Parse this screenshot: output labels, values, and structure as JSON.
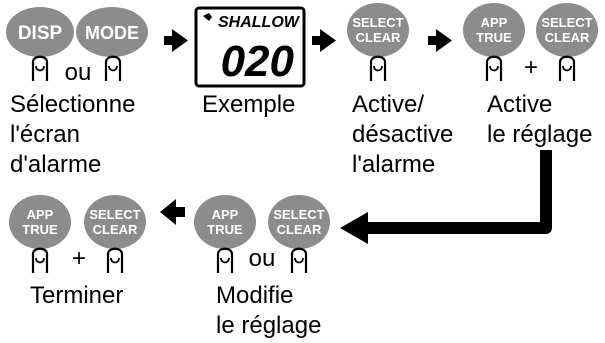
{
  "buttons": {
    "disp": "DISP",
    "mode": "MODE",
    "select_clear": [
      "SELECT",
      "CLEAR"
    ],
    "app_true": [
      "APP",
      "TRUE"
    ]
  },
  "connectors": {
    "or": "ou",
    "plus": "+"
  },
  "display": {
    "title": "SHALLOW",
    "value": "020",
    "icon": "bell-icon"
  },
  "captions": {
    "select_alarm": [
      "Sélectionne",
      "l'écran",
      "d'alarme"
    ],
    "example": "Exemple",
    "toggle_alarm": [
      "Active/",
      "désactive",
      "l'alarme"
    ],
    "activate_setting": [
      "Active",
      "le réglage"
    ],
    "finish": "Terminer",
    "modify_setting": [
      "Modifie",
      "le réglage"
    ]
  },
  "colors": {
    "button_fill": "#8c8c8c",
    "ink": "#000000",
    "background": "#ffffff"
  }
}
